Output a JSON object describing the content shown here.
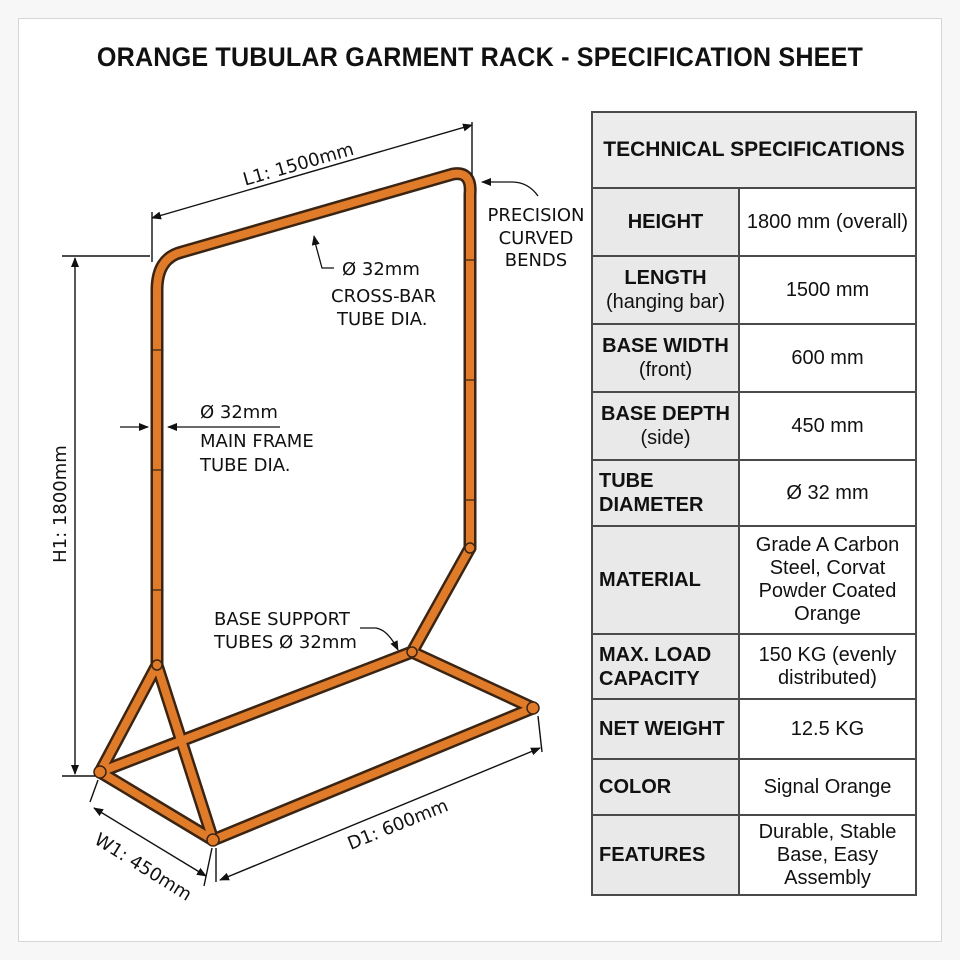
{
  "title": "ORANGE TUBULAR GARMENT RACK - SPECIFICATION SHEET",
  "colors": {
    "tube": "#e07b2a",
    "tube_outline": "#3b2412",
    "table_header": "#ececec",
    "table_border": "#4a4a4a"
  },
  "diagram": {
    "dim_length": "L1: 1500mm",
    "dim_height": "H1: 1800mm",
    "dim_width": "W1: 450mm",
    "dim_depth": "D1: 600mm",
    "callout_bends": [
      "PRECISION",
      "CURVED",
      "BENDS"
    ],
    "callout_crossbar": [
      "Ø 32mm",
      "CROSS-BAR",
      "TUBE DIA."
    ],
    "callout_mainframe": [
      "Ø 32mm",
      "MAIN FRAME",
      "TUBE DIA."
    ],
    "callout_base": [
      "BASE SUPPORT",
      "TUBES Ø 32mm"
    ]
  },
  "table": {
    "header": "TECHNICAL SPECIFICATIONS",
    "rows": [
      {
        "label": "HEIGHT",
        "sub": "",
        "value": "1800 mm (overall)"
      },
      {
        "label": "LENGTH",
        "sub": "(hanging bar)",
        "value": "1500 mm"
      },
      {
        "label": "BASE WIDTH",
        "sub": "(front)",
        "value": "600 mm"
      },
      {
        "label": "BASE DEPTH",
        "sub": "(side)",
        "value": "450 mm"
      },
      {
        "label": "TUBE DIAMETER",
        "sub": "",
        "value": "Ø 32 mm"
      },
      {
        "label": "MATERIAL",
        "sub": "",
        "value": "Grade A Carbon Steel, Corvat Powder Coated Orange"
      },
      {
        "label": "MAX. LOAD CAPACITY",
        "sub": "",
        "value": "150 KG (evenly distributed)"
      },
      {
        "label": "NET WEIGHT",
        "sub": "",
        "value": "12.5 KG"
      },
      {
        "label": "COLOR",
        "sub": "",
        "value": "Signal Orange"
      },
      {
        "label": "FEATURES",
        "sub": "",
        "value": "Durable, Stable Base, Easy Assembly"
      }
    ]
  }
}
